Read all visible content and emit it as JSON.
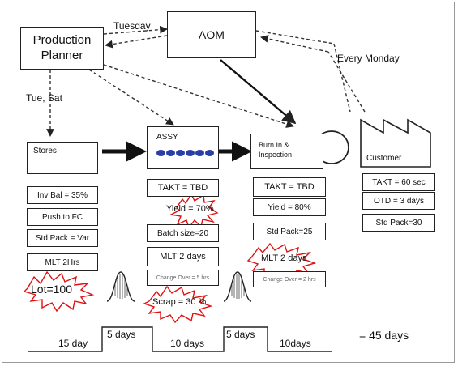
{
  "planner": "Production\nPlanner",
  "aom": "AOM",
  "labels": {
    "tuesday": "Tuesday",
    "every_monday": "Every Monday",
    "tue_sat": "Tue, Sat"
  },
  "stores": {
    "title": "Stores",
    "metrics": [
      "Inv Bal = 35%",
      "Push to FC",
      "Std Pack = Var",
      "MLT 2Hrs",
      "Lot=100"
    ]
  },
  "assy": {
    "title": "ASSY",
    "metrics": [
      "TAKT = TBD",
      "Yield = 70%",
      "Batch size=20",
      "MLT 2 days",
      "Change Over = 5 hrs",
      "Scrap = 30 %"
    ]
  },
  "burnin": {
    "title": "Burn In &\nInspection",
    "metrics": [
      "TAKT = TBD",
      "Yield = 80%",
      "Std Pack=25",
      "MLT 2 days",
      "Change Over = 2 hrs"
    ]
  },
  "customer": {
    "title": "Customer",
    "metrics": [
      "TAKT = 60 sec",
      "OTD = 3 days",
      "Std Pack=30"
    ]
  },
  "timeline": {
    "segments": [
      "15 day",
      "5 days",
      "10 days",
      "5 days",
      "10days"
    ],
    "total": "= 45 days"
  }
}
